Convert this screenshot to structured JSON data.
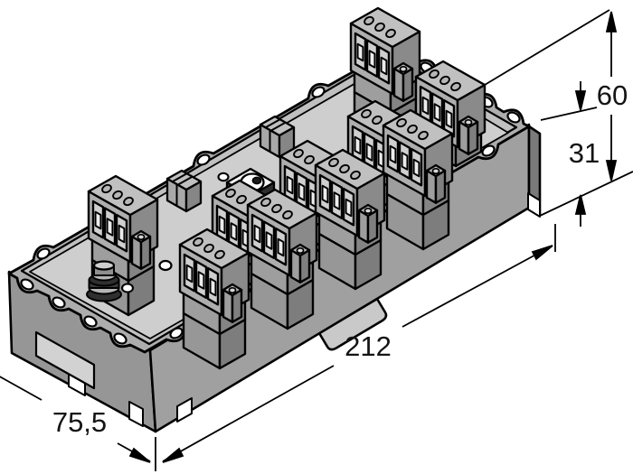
{
  "drawing": {
    "dimension_total_height": "60",
    "dimension_base_height": "31",
    "dimension_length": "212",
    "dimension_width": "75,5"
  },
  "colors": {
    "line": "#000000",
    "deck": "#cecece",
    "flange": "#adadad",
    "front_face": "#a0a0a0"
  }
}
